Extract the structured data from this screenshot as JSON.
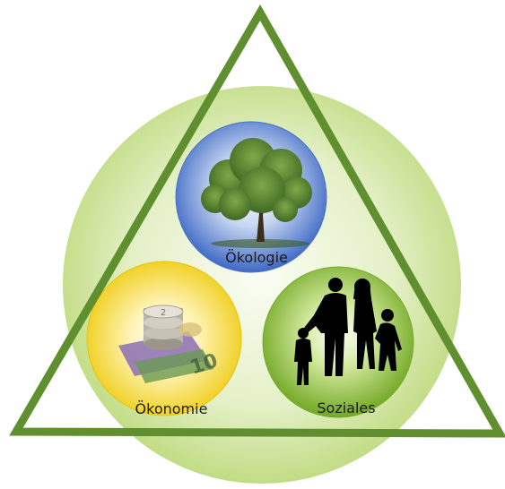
{
  "nodes": {
    "oekologie": {
      "label": "Ökologie"
    },
    "oekonomie": {
      "label": "Ökonomie"
    },
    "soziales": {
      "label": "Soziales"
    }
  },
  "colors": {
    "triangle": "#5f8f2e",
    "outer_circle": "#c9e08f",
    "oekologie": "#4a74c9",
    "oekonomie": "#f2d21c",
    "soziales": "#79ad2c"
  },
  "icons": {
    "oekologie": "tree-icon",
    "oekonomie": "money-icon",
    "soziales": "family-icon"
  }
}
